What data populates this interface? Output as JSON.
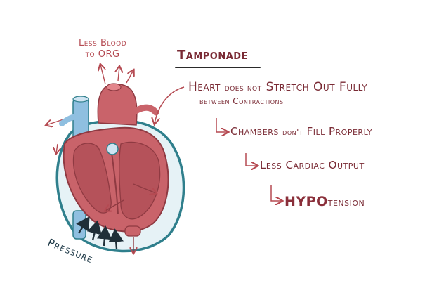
{
  "diagram": {
    "title": "Tamponade",
    "annotation_less_blood": [
      "Less Blood",
      "to ORG"
    ],
    "pressure_label": "Pressure",
    "chain": {
      "step1_heart": "Heart",
      "step1_rest": "does not",
      "step1_stretch": "Stretch Out Fully",
      "step1_line2": "between Contractions",
      "step2_chambers": "Chambers",
      "step2_dont": "don't",
      "step2_fill": "Fill Properly",
      "step3": "Less Cardiac Output",
      "step4_strong": "HYPO",
      "step4_rest": "tension"
    }
  },
  "colors": {
    "heart_fill": "#c9636a",
    "heart_dark": "#8f3a42",
    "heart_inner": "#b5525a",
    "vessel_blue": "#8fbfe0",
    "sac_stroke": "#2f7f8c",
    "sac_fill": "#e6f2f6",
    "text_dark": "#7a2b35",
    "arrow_red": "#b54a52",
    "pressure_arrows": "#1f2f38"
  }
}
